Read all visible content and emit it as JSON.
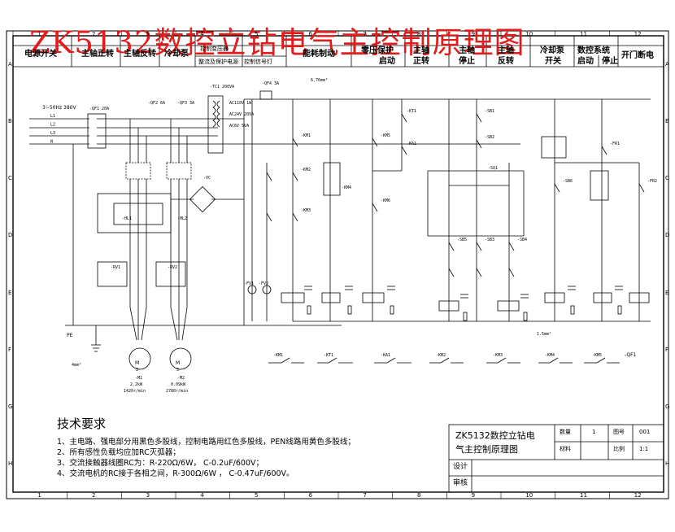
{
  "title": "ZK5132数控立钻电气主控制原理图",
  "column_numbers": [
    "1",
    "2",
    "3",
    "4",
    "5",
    "6",
    "7",
    "8",
    "9",
    "10",
    "11",
    "12"
  ],
  "row_letters": [
    "A",
    "B",
    "C",
    "D",
    "E",
    "F",
    "G",
    "H"
  ],
  "header_cells": [
    {
      "text": "电源开关"
    },
    {
      "text": "主轴正转"
    },
    {
      "text": "主轴反转"
    },
    {
      "text": "冷却泵"
    },
    {
      "text": "控制变压器"
    },
    {
      "text": "整流及保护电源"
    },
    {
      "text": "控制信号灯"
    },
    {
      "text": "能耗制动"
    },
    {
      "text": "零压保护"
    },
    {
      "text": "启动"
    },
    {
      "text": "主轴"
    },
    {
      "text": "正转"
    },
    {
      "text": "主轴"
    },
    {
      "text": "停止"
    },
    {
      "text": "主轴"
    },
    {
      "text": "反转"
    },
    {
      "text": "冷却泵"
    },
    {
      "text": "开关"
    },
    {
      "text": "数控系统"
    },
    {
      "text": "启动"
    },
    {
      "text": "停止"
    },
    {
      "text": "开门断电"
    }
  ],
  "circuit": {
    "supply": "3~50Hz 380V",
    "phases": [
      "L1",
      "L2",
      "L3",
      "N"
    ],
    "main_breaker": "-QF1 20A",
    "breaker_2": "-QF2 6A",
    "breaker_3": "-QF3 3A",
    "transformer": "-TC1 200VA",
    "transformer_taps": [
      "AC110V 1W",
      "AC24V 20VA",
      "AC6V 5VA"
    ],
    "rectifier_fuse": "-QF4 3A",
    "indicator_supply": "6.76mm²",
    "motor_1": {
      "tag": "-M1",
      "rating": "2.2kW",
      "speed": "1420r/min",
      "sym": "M",
      "phase": "3~"
    },
    "motor_2": {
      "tag": "-M2",
      "rating": "0.09kW",
      "speed": "2780r/min",
      "sym": "M",
      "phase": "3~"
    },
    "ground_label": "PE",
    "wire_size": "1.5mm²",
    "wire_size_2": "4mm²",
    "devices": [
      "-KM1",
      "-KM2",
      "-KM3",
      "-KM4",
      "-KM5",
      "-KM6",
      "-KT1",
      "-KA1",
      "-SB1",
      "-SB2",
      "-SB3",
      "-SB4",
      "-SB5",
      "-SB6",
      "-FR1",
      "-FR2",
      "-HL1",
      "-HL2",
      "-FV1",
      "-FV2",
      "-RV1",
      "-RV2",
      "-VC",
      "-SQ1"
    ],
    "contact_legend": [
      "-KM1",
      "-KT1",
      "-KA1",
      "-KM2",
      "-KM3",
      "-KM4",
      "-KM5",
      "-QF1"
    ]
  },
  "notes": {
    "heading": "技术要求",
    "lines": [
      "1、主电路、强电部分用黑色多股线，控制电路用红色多股线，PEN线路用黄色多股线；",
      "2、所有感性负载均应加RC灭弧器；",
      "3、交流接触器线圈RC为：R-220Ω/6W， C-0.2uF/600V；",
      "4、交流电机的RC接于各相之间，R-300Ω/6W ， C-0.47uF/600V。"
    ]
  },
  "title_block": {
    "name_line1": "ZK5132数控立钻电",
    "name_line2": "气主控制原理图",
    "qty_label": "数量",
    "qty_value": "1",
    "drawing_no_label": "图号",
    "drawing_no_value": "001",
    "material_label": "材料",
    "scale_label": "比例",
    "scale_value": "1:1",
    "design_label": "设计",
    "review_label": "审核"
  }
}
